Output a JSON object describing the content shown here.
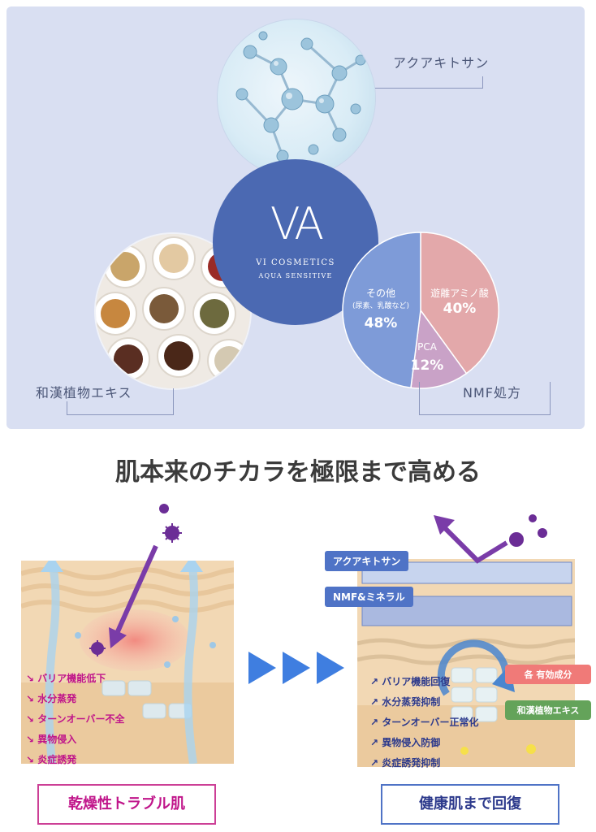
{
  "top": {
    "callout_chitosan": "アクアキトサン",
    "callout_herb": "和漢植物エキス",
    "callout_nmf": "NMF処方",
    "logo": {
      "mark": "VA",
      "brand": "VI COSMETICS",
      "line": "AQUA SENSITIVE"
    }
  },
  "chart_data": {
    "type": "pie",
    "slices": [
      {
        "label": "遊離アミノ酸",
        "value": 40,
        "display": "40%",
        "color": "#e3a8aa"
      },
      {
        "label": "PCA",
        "value": 12,
        "display": "12%",
        "color": "#c9a2c7"
      },
      {
        "label": "その他",
        "sublabel": "(尿素、乳酸など)",
        "value": 48,
        "display": "48%",
        "color": "#7e9bd8"
      }
    ]
  },
  "heading": "肌本来のチカラを極限まで高める",
  "left": {
    "symptoms": [
      "バリア機能低下",
      "水分蒸発",
      "ターンオーバー不全",
      "異物侵入",
      "炎症誘発"
    ],
    "label": "乾燥性トラブル肌"
  },
  "right": {
    "tag_chitosan": "アクアキトサン",
    "tag_nmf": "NMF&ミネラル",
    "pill_ingredients": "各 有効成分",
    "pill_herb": "和漢植物エキス",
    "benefits": [
      "バリア機能回復",
      "水分蒸発抑制",
      "ターンオーバー正常化",
      "異物侵入防御",
      "炎症誘発抑制"
    ],
    "label": "健康肌まで回復"
  },
  "colors": {
    "panel_bg": "#d9dff2",
    "logo_blue": "#4b69b2",
    "symptom_pink": "#c0158a",
    "benefit_navy": "#2d3a8c",
    "arrow_blue": "#3f7ee0"
  }
}
